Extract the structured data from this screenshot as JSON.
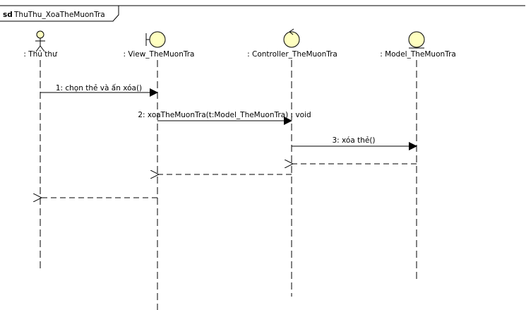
{
  "frame": {
    "keyword": "sd",
    "name": "ThuThu_XoaTheMuonTra"
  },
  "lifelines": [
    {
      "label": ": Thủ thư",
      "kind": "actor"
    },
    {
      "label": ": View_TheMuonTra",
      "kind": "boundary"
    },
    {
      "label": ": Controller_TheMuonTra",
      "kind": "control"
    },
    {
      "label": ": Model_TheMuonTra",
      "kind": "entity"
    }
  ],
  "messages": [
    {
      "label": "1: chọn thẻ và ấn xóa()",
      "kind": "sync"
    },
    {
      "label": "2: xoaTheMuonTra(t:Model_TheMuonTra) : void",
      "kind": "sync"
    },
    {
      "label": "3: xóa thẻ()",
      "kind": "sync"
    },
    {
      "label": "",
      "kind": "return"
    },
    {
      "label": "",
      "kind": "return"
    },
    {
      "label": "",
      "kind": "return"
    }
  ],
  "colors": {
    "stroke": "#000000",
    "icon_fill": "#ffffc0",
    "icon_stroke": "#000000",
    "lifeline": "#000000",
    "background": "#ffffff"
  }
}
